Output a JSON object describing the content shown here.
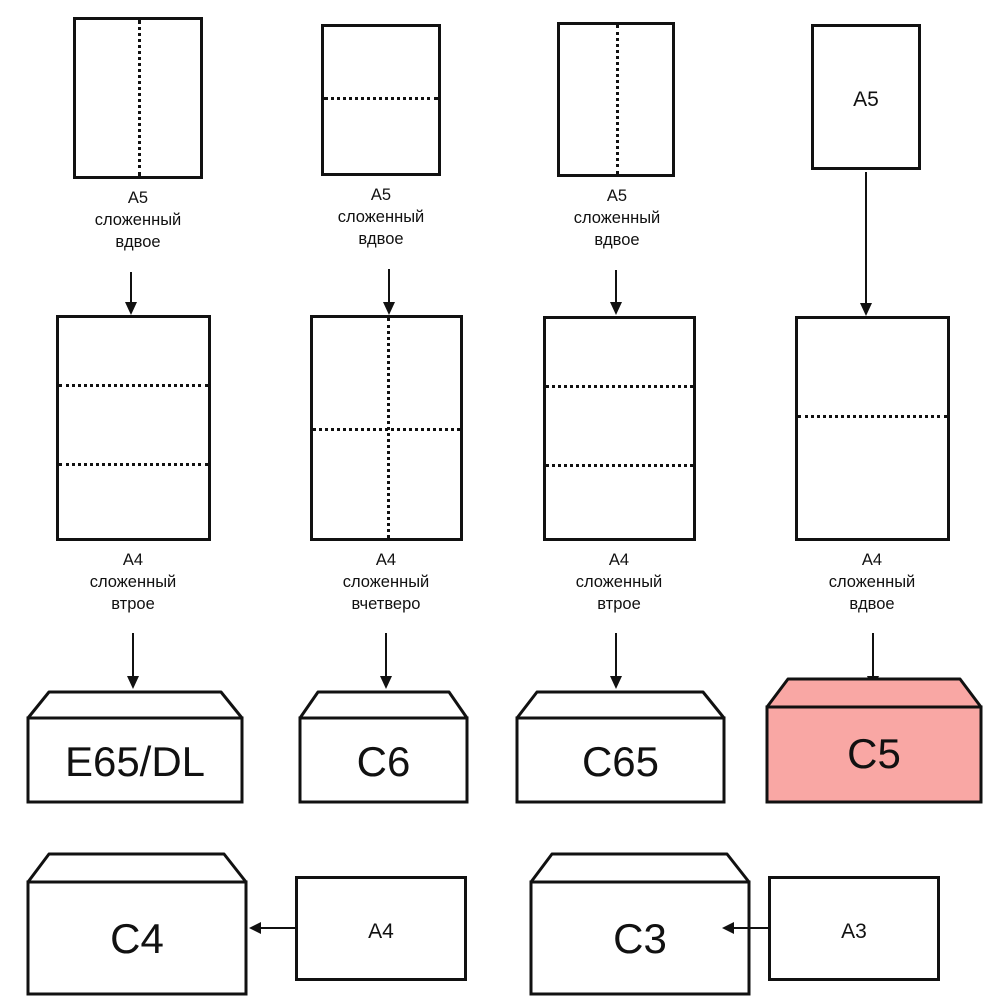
{
  "diagram": {
    "title": "Envelope and paper folding size chart",
    "language": "ru",
    "colors": {
      "stroke": "#111111",
      "background": "#ffffff",
      "highlight_fill": "#F9A7A4",
      "highlight_stroke": "#111111"
    }
  },
  "columns": [
    {
      "id": "col-1",
      "top": {
        "shape": "portrait-sheet",
        "inner_label": "",
        "fold": "vertical",
        "caption": "A5\nсложенный\nвдвое"
      },
      "middle": {
        "shape": "portrait-sheet",
        "inner_label": "",
        "fold": "two-horizontal",
        "caption": "A4\nсложенный\nвтрое"
      },
      "envelope": {
        "label": "E65/DL",
        "highlighted": false
      }
    },
    {
      "id": "col-2",
      "top": {
        "shape": "portrait-sheet",
        "inner_label": "",
        "fold": "horizontal",
        "caption": "A5\nсложенный\nвдвое"
      },
      "middle": {
        "shape": "portrait-sheet",
        "inner_label": "",
        "fold": "cross",
        "caption": "A4\nсложенный\nвчетверо"
      },
      "envelope": {
        "label": "C6",
        "highlighted": false
      }
    },
    {
      "id": "col-3",
      "top": {
        "shape": "portrait-sheet",
        "inner_label": "",
        "fold": "vertical",
        "caption": "A5\nсложенный\nвдвое"
      },
      "middle": {
        "shape": "portrait-sheet",
        "inner_label": "",
        "fold": "two-horizontal",
        "caption": "A4\nсложенный\nвтрое"
      },
      "envelope": {
        "label": "C65",
        "highlighted": false
      }
    },
    {
      "id": "col-4",
      "top": {
        "shape": "portrait-sheet",
        "inner_label": "A5",
        "fold": "none",
        "caption": ""
      },
      "middle": {
        "shape": "portrait-sheet",
        "inner_label": "",
        "fold": "horizontal",
        "caption": "A4\nсложенный\nвдвое"
      },
      "envelope": {
        "label": "C5",
        "highlighted": true
      }
    }
  ],
  "bottom_row": [
    {
      "id": "pair-c4",
      "envelope_label": "C4",
      "sheet_label": "A4",
      "arrow": "left"
    },
    {
      "id": "pair-c3",
      "envelope_label": "C3",
      "sheet_label": "A3",
      "arrow": "left"
    }
  ]
}
